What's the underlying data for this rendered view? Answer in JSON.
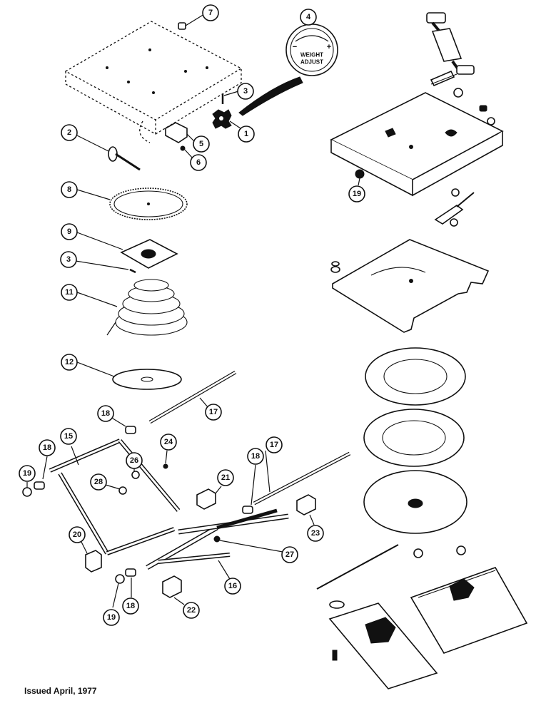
{
  "footer": "Issued April, 1977",
  "weight_adjust": {
    "line1": "WEIGHT",
    "line2": "ADJUST",
    "minus": "−",
    "plus": "+"
  },
  "callouts": {
    "c1": "1",
    "c2": "2",
    "c3a": "3",
    "c3b": "3",
    "c4": "4",
    "c5": "5",
    "c6": "6",
    "c7": "7",
    "c8": "8",
    "c9": "9",
    "c11": "11",
    "c12": "12",
    "c15": "15",
    "c16": "16",
    "c17a": "17",
    "c17b": "17",
    "c18a": "18",
    "c18b": "18",
    "c18c": "18",
    "c18d": "18",
    "c19a": "19",
    "c19b": "19",
    "c19c": "19",
    "c20": "20",
    "c21": "21",
    "c22": "22",
    "c23": "23",
    "c24": "24",
    "c26": "26",
    "c27": "27",
    "c28": "28"
  }
}
